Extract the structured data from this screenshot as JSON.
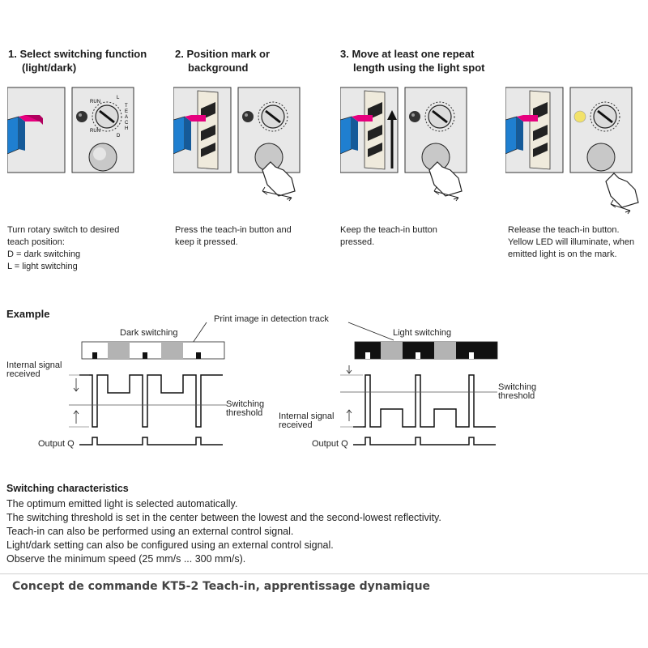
{
  "steps": [
    {
      "title": [
        "1. Select switching function",
        "(light/dark)"
      ],
      "desc": [
        "Turn rotary switch to desired",
        "teach position:",
        "D = dark switching",
        "L = light switching"
      ]
    },
    {
      "title": [
        "2. Position mark or",
        "background"
      ],
      "desc": [
        "Press the teach-in button and",
        "keep it pressed."
      ]
    },
    {
      "title": [
        "3. Move at least one repeat",
        "length using the light spot"
      ],
      "desc": [
        "Keep the teach-in button",
        "pressed."
      ]
    },
    {
      "title": [],
      "desc": [
        "Release the teach-in button.",
        "Yellow LED will illuminate, when",
        "emitted light is on the mark."
      ]
    }
  ],
  "device": {
    "run": "RUN",
    "teach": [
      "T",
      "E",
      "A",
      "C",
      "H"
    ],
    "l": "L",
    "d": "D"
  },
  "example": {
    "heading": "Example",
    "dark_label": "Dark switching",
    "light_label": "Light switching",
    "print_image_label": "Print image in detection track",
    "internal_signal_left": [
      "Internal signal",
      "received"
    ],
    "internal_signal_right": [
      "Internal signal",
      "received"
    ],
    "switching_threshold_left": [
      "Switching",
      "threshold"
    ],
    "switching_threshold_right": [
      "Switching",
      "threshold"
    ],
    "output_left": "Output Q",
    "output_right": "Output Q"
  },
  "characteristics": {
    "heading": "Switching characteristics",
    "lines": [
      "The optimum emitted light is selected automatically.",
      "The switching threshold is set in the center between the lowest and the second-lowest reflectivity.",
      "Teach-in can also be performed using an external control signal.",
      "Light/dark setting can also be configured using an external control signal.",
      "Observe the minimum speed (25 mm/s ... 300 mm/s)."
    ]
  },
  "footer": "Concept de commande KT5-2 Teach-in, apprentissage dynamique",
  "colors": {
    "panel": "#e8e8e8",
    "magenta": "#e6007e",
    "blue": "#1f7fd0",
    "led_yellow": "#f2e26a",
    "grey_mark": "#b3b3b3"
  }
}
